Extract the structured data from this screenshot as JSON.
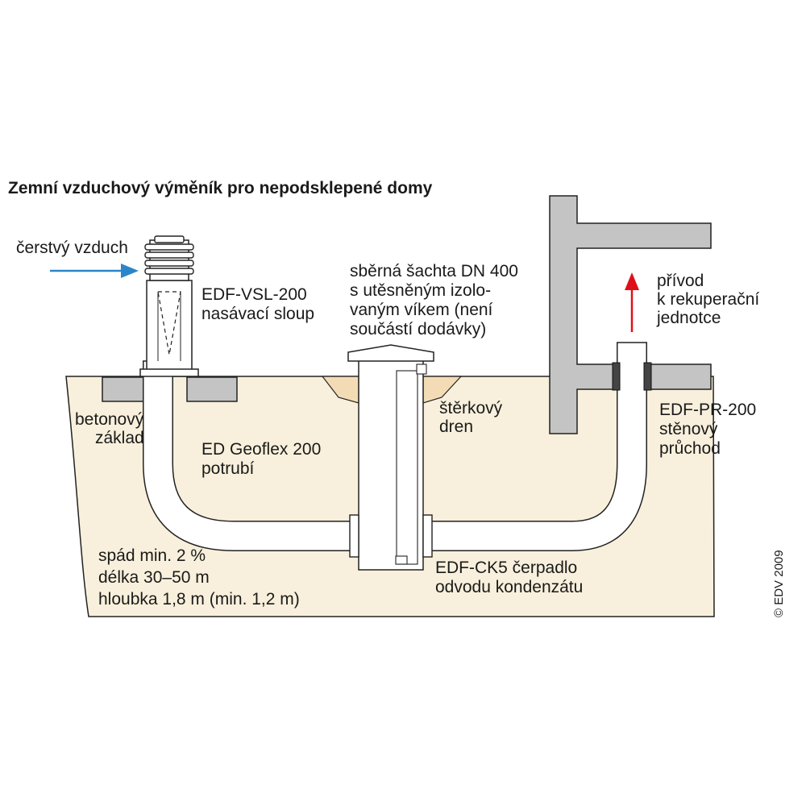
{
  "title": "Zemní vzduchový výměník pro nepodsklepené domy",
  "copyright": "© EDV 2009",
  "labels": {
    "fresh_air": "čerstvý vzduch",
    "intake_line1": "EDF-VSL-200",
    "intake_line2": "nasávací sloup",
    "shaft_line1": "sběrná šachta DN 400",
    "shaft_line2": "s utěsněným izolo-",
    "shaft_line3": "vaným víkem (není",
    "shaft_line4": "součástí dodávky)",
    "supply_line1": "přívod",
    "supply_line2": "k rekuperační",
    "supply_line3": "jednotce",
    "foundation_line1": "betonový",
    "foundation_line2": "základ",
    "gravel_line1": "štěrkový",
    "gravel_line2": "dren",
    "wall_line1": "EDF-PR-200",
    "wall_line2": "stěnový",
    "wall_line3": "průchod",
    "pipe_line1": "ED Geoflex 200",
    "pipe_line2": "potrubí",
    "spec_line1": "spád min. 2 %",
    "spec_line2": "délka 30–50 m",
    "spec_line3": "hloubka 1,8 m (min. 1,2 m)",
    "pump_line1": "EDF-CK5 čerpadlo",
    "pump_line2": "odvodu kondenzátu"
  },
  "colors": {
    "soil": "#f8f0dc",
    "gravel": "#f3dcb5",
    "concrete": "#c4c4c4",
    "outline": "#222222",
    "inflow_arrow": "#2a86c8",
    "outflow_arrow": "#e0101a"
  }
}
